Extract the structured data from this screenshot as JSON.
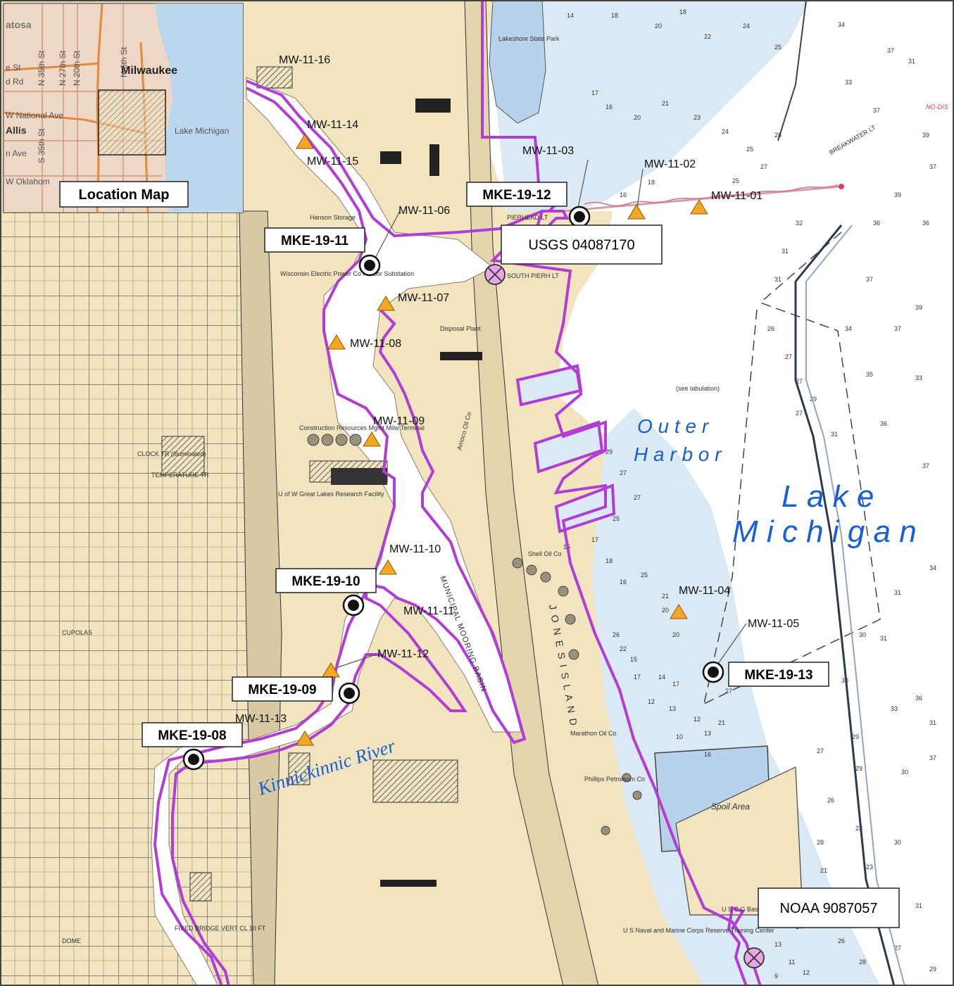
{
  "map": {
    "location_map_title": "Location Map",
    "water_labels": {
      "outer_harbor_1": "O u t e r",
      "outer_harbor_2": "H a r b o r",
      "lake_1": "L a k e",
      "lake_2": "M i c h i g a n",
      "river": "Kinnickinnic River"
    },
    "inset": {
      "city": "Milwaukee",
      "lake": "Lake Michigan",
      "labels": [
        "atosa",
        "N 35th St",
        "N 27th St",
        "N 20th St",
        "N 6th St",
        "W National Ave",
        "Allis",
        "S 35th St",
        "n Ave",
        "W Oklahom",
        "e St",
        "d Rd"
      ]
    },
    "stations_bold": [
      {
        "id": "MKE-19-12"
      },
      {
        "id": "MKE-19-11"
      },
      {
        "id": "MKE-19-10"
      },
      {
        "id": "MKE-19-09"
      },
      {
        "id": "MKE-19-08"
      },
      {
        "id": "MKE-19-13"
      }
    ],
    "gauges": [
      {
        "id": "USGS 04087170"
      },
      {
        "id": "NOAA 9087057"
      }
    ],
    "mw_points": [
      {
        "id": "MW-11-16"
      },
      {
        "id": "MW-11-14"
      },
      {
        "id": "MW-11-15"
      },
      {
        "id": "MW-11-06"
      },
      {
        "id": "MW-11-03"
      },
      {
        "id": "MW-11-02"
      },
      {
        "id": "MW-11-01"
      },
      {
        "id": "MW-11-07"
      },
      {
        "id": "MW-11-08"
      },
      {
        "id": "MW-11-09"
      },
      {
        "id": "MW-11-10"
      },
      {
        "id": "MW-11-11"
      },
      {
        "id": "MW-11-12"
      },
      {
        "id": "MW-11-13"
      },
      {
        "id": "MW-11-04"
      },
      {
        "id": "MW-11-05"
      }
    ],
    "chart_text": {
      "lakeshore": "Lakeshore State Park",
      "pierhead": "PIERHEAD LT",
      "south_pierhead": "SOUTH PIERH LT",
      "breakwater": "BREAKWATER LT",
      "disposal": "Disposal Plant",
      "amoco": "Amoco Oil Co",
      "shell": "Shell Oil Co",
      "jones": "J O N E S I S L A N D",
      "spoil": "Spoil Area",
      "marathon": "Marathon Oil Co",
      "phillips": "Phillips Petroleum Co",
      "clock": "CLOCK TR (Illuminated)",
      "temperature": "TEMPERATURE TR",
      "cupolas": "CUPOLAS",
      "dome": "DOME",
      "hanson": "Hanson Storage",
      "wisconsin": "Wisconsin Electric Power Co Harbor Substation",
      "construction": "Construction Resources Mgmt Milw Terminal",
      "great_lakes": "U of W Great Lakes Research Facility",
      "uscg": "U S C G Base",
      "naval": "U S Naval and Marine Corps Reserve Training Center",
      "municipal": "MUNICIPAL MOORING BASIN",
      "see_tab": "(see tabulation)",
      "fixed_bridge": "FIXED BRIDGE VERT CL 10 FT",
      "no_dis": "NO-DIS"
    }
  }
}
